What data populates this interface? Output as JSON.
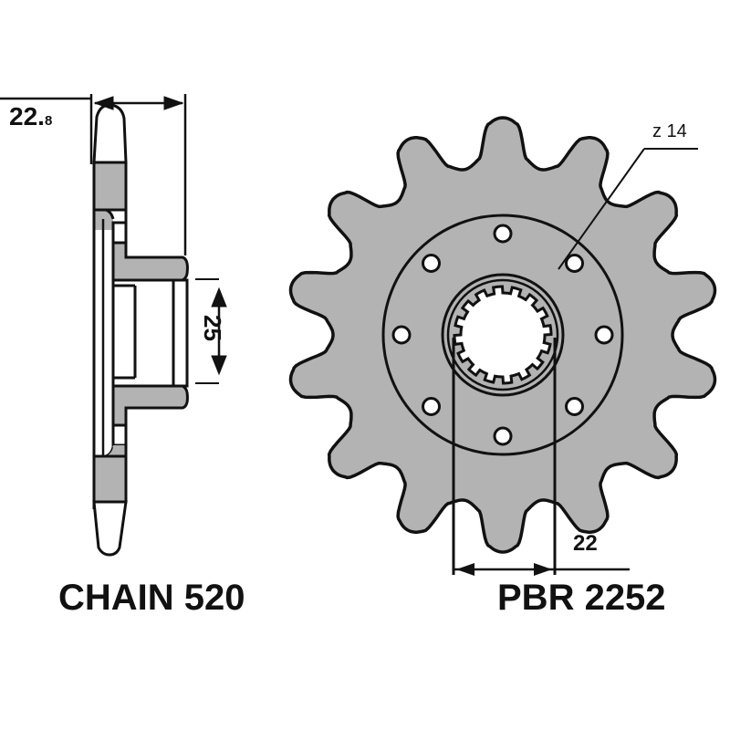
{
  "diagram": {
    "type": "front sprocket technical drawing",
    "colors": {
      "fill": "#b3b3b3",
      "stroke": "#111111",
      "background": "#ffffff"
    },
    "side_view": {
      "thickness_label_main": "22.",
      "thickness_label_sub": "8",
      "bore_label": "25"
    },
    "front_view": {
      "teeth_label": "z 14",
      "teeth_count": 14,
      "spline_width_label": "22",
      "bolt_holes": 8
    },
    "captions": {
      "chain": "CHAIN 520",
      "part_number": "PBR 2252"
    }
  }
}
